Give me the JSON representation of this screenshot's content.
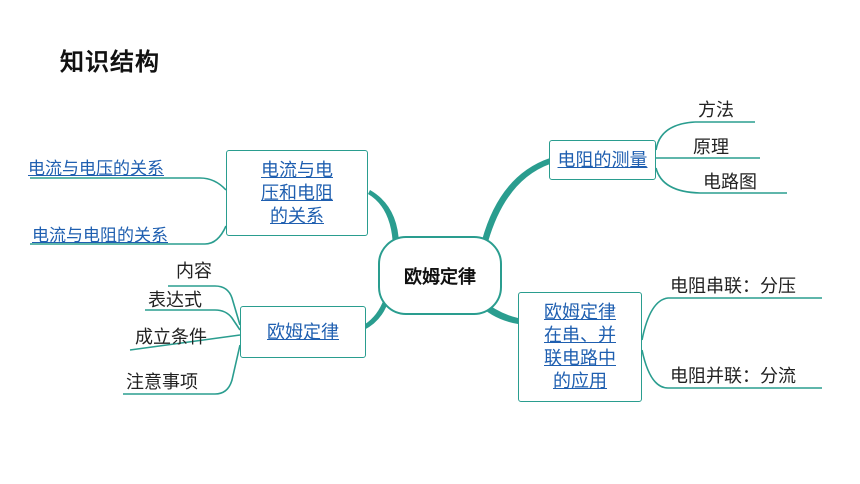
{
  "page_title": "知识结构",
  "center": "欧姆定律",
  "left_top": {
    "node": "电流与电压和电阻的关系",
    "node_lines": [
      "电流与电",
      "压和电阻",
      "的关系"
    ],
    "leaves": [
      "电流与电压的关系",
      "电流与电阻的关系"
    ]
  },
  "left_bottom": {
    "node": "欧姆定律",
    "leaves": [
      "内容",
      "表达式",
      "成立条件",
      "注意事项"
    ]
  },
  "right_top": {
    "node": "电阻的测量",
    "leaves": [
      "方法",
      "原理",
      "电路图"
    ]
  },
  "right_bottom": {
    "node": "欧姆定律在串、并联电路中的应用",
    "node_lines": [
      "欧姆定律",
      "在串、并",
      "联电路中",
      "的应用"
    ],
    "leaves": [
      "电阻串联：分压",
      "电阻并联：分流"
    ]
  },
  "colors": {
    "branch": "#2a9d8f",
    "link_text": "#1f5fb0"
  }
}
